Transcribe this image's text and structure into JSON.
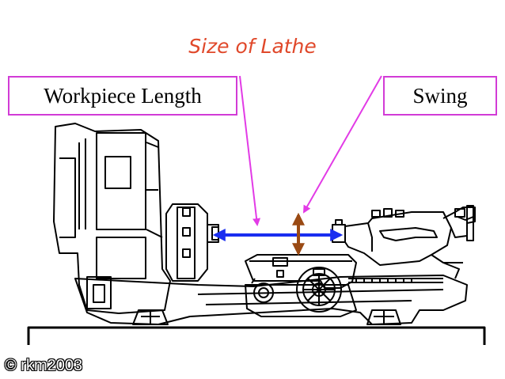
{
  "title": "Size of Lathe",
  "labels": {
    "workpiece_length": "Workpiece Length",
    "swing": "Swing"
  },
  "copyright": "© rkm2003",
  "colors": {
    "title": "#e0482a",
    "label_border": "#d23bd6",
    "pointer_lines": "#e23be6",
    "length_arrow": "#1a2ef0",
    "swing_arrow": "#9a4a14",
    "machine_outline": "#000000"
  }
}
